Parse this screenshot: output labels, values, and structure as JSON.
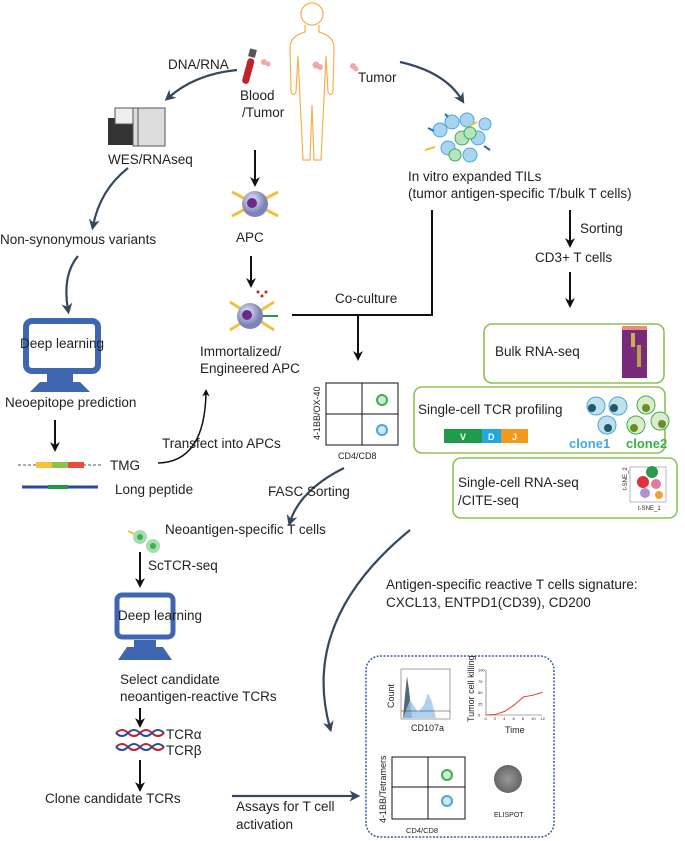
{
  "labels": {
    "dna_rna": "DNA/RNA",
    "blood": "Blood",
    "blood_tumor": "/Tumor",
    "tumor": "Tumor",
    "wes": "WES/RNAseq",
    "nonsyn": "Non-synonymous variants",
    "deep_learning_1": "Deep learning",
    "neoepitope": "Neoepitope prediction",
    "tmg": "TMG",
    "long_peptide": "Long peptide",
    "transfect": "Transfect into APCs",
    "apc": "APC",
    "immortalized_1": "Immortalized/",
    "immortalized_2": "Engineered APC",
    "coculture": "Co-culture",
    "quad_y": "4-1BB/OX-40",
    "quad_x": "CD4/CD8",
    "fasc": "FASC Sorting",
    "neoantigen_cells": "Neoantigen-specific T cells",
    "sctcr": "ScTCR-seq",
    "deep_learning_2": "Deep learning",
    "select_1": "Select candidate",
    "select_2": "neoantigen-reactive TCRs",
    "tcra": "TCRα",
    "tcrb": "TCRβ",
    "clone_tcrs": "Clone candidate TCRs",
    "assays_1": "Assays for T cell",
    "assays_2": "activation",
    "tils_1": "In vitro expanded TILs",
    "tils_2": "(tumor antigen-specific T/bulk T cells)",
    "sorting": "Sorting",
    "cd3": "CD3+ T cells",
    "bulk": "Bulk RNA-seq",
    "sc_tcr": "Single-cell TCR profiling",
    "v": "V",
    "d": "D",
    "j": "J",
    "clone1": "clone1",
    "clone2": "clone2",
    "scrna_1": "Single-cell RNA-seq",
    "scrna_2": "/CITE-seq",
    "tsne_x": "t-SNE_1",
    "tsne_y": "t-SNE_2",
    "signature_1": "Antigen-specific reactive T cells signature:",
    "signature_2": "CXCL13, ENTPD1(CD39), CD200",
    "hist_y": "Count",
    "hist_x": "CD107a",
    "assay_quad_y": "4-1BB/Tetramers",
    "assay_quad_x": "CD4/CD8",
    "elispot": "ELISPOT"
  },
  "colors": {
    "arrow": "#34495e",
    "box_border": "#8cc152",
    "dashed_border": "#3a5aa8",
    "clone1": "#4aa8d8",
    "clone2": "#3cb04a",
    "v": "#1e9a4a",
    "d": "#22a8e0",
    "j": "#f39a1e",
    "body": "#f7b04a",
    "monitor": "#3f67b1"
  },
  "chart_data": {
    "type": "line",
    "xlabel": "Time",
    "ylabel": "Tumor cell killing",
    "x": [
      0,
      2,
      4,
      6,
      8,
      10,
      12
    ],
    "values": [
      0,
      1,
      8,
      22,
      40,
      44,
      50
    ],
    "xticks": [
      "0",
      "2",
      "4",
      "6",
      "8",
      "10",
      "12"
    ],
    "yticks": [
      "0",
      "25",
      "50",
      "75",
      "100"
    ],
    "xlim": [
      0,
      12
    ],
    "ylim": [
      0,
      100
    ],
    "color": "#e8402a"
  }
}
